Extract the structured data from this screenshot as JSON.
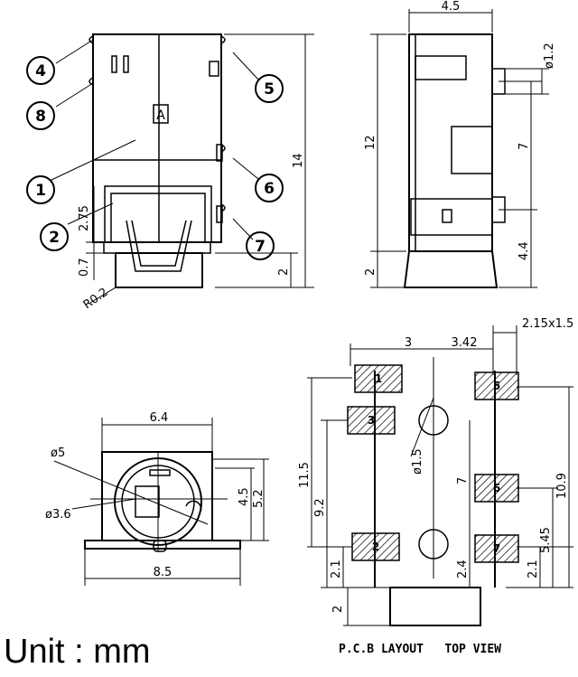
{
  "callouts": [
    "4",
    "8",
    "1",
    "2",
    "5",
    "6",
    "7"
  ],
  "front_view": {
    "dim_left_top": "2.75",
    "dim_left_bottom": "0.7",
    "dim_right_small": "2",
    "dim_height": "14",
    "dim_radius": "R0.2",
    "mark": "A"
  },
  "side_view": {
    "dim_width": "4.5",
    "dim_pin_dia": "ø1.2",
    "dim_height": "12",
    "dim_pin_spacing": "7",
    "dim_bottom": "4.4",
    "dim_base": "2"
  },
  "bottom_view": {
    "dim_width": "6.4",
    "dim_outer_dia": "ø5",
    "dim_inner_dia": "ø3.6",
    "dim_h1": "4.5",
    "dim_h2": "5.2",
    "dim_total_width": "8.5"
  },
  "pcb_layout": {
    "title": "P.C.B LAYOUT   TOP VIEW",
    "dim_top_left": "3",
    "dim_top_mid": "3.42",
    "dim_pad_size": "2.15x1.5",
    "dim_hole": "ø1.5",
    "dim_left_outer": "11.5",
    "dim_left_inner": "9.2",
    "dim_mid": "7",
    "dim_right_outer": "10.9",
    "dim_right_inner": "5.45",
    "dim_bl": "2.1",
    "dim_bm": "2.4",
    "dim_br": "2.1",
    "dim_bottom": "2",
    "pads": [
      "1",
      "3",
      "2",
      "5",
      "6",
      "7"
    ]
  },
  "unit_label": "Unit : mm"
}
